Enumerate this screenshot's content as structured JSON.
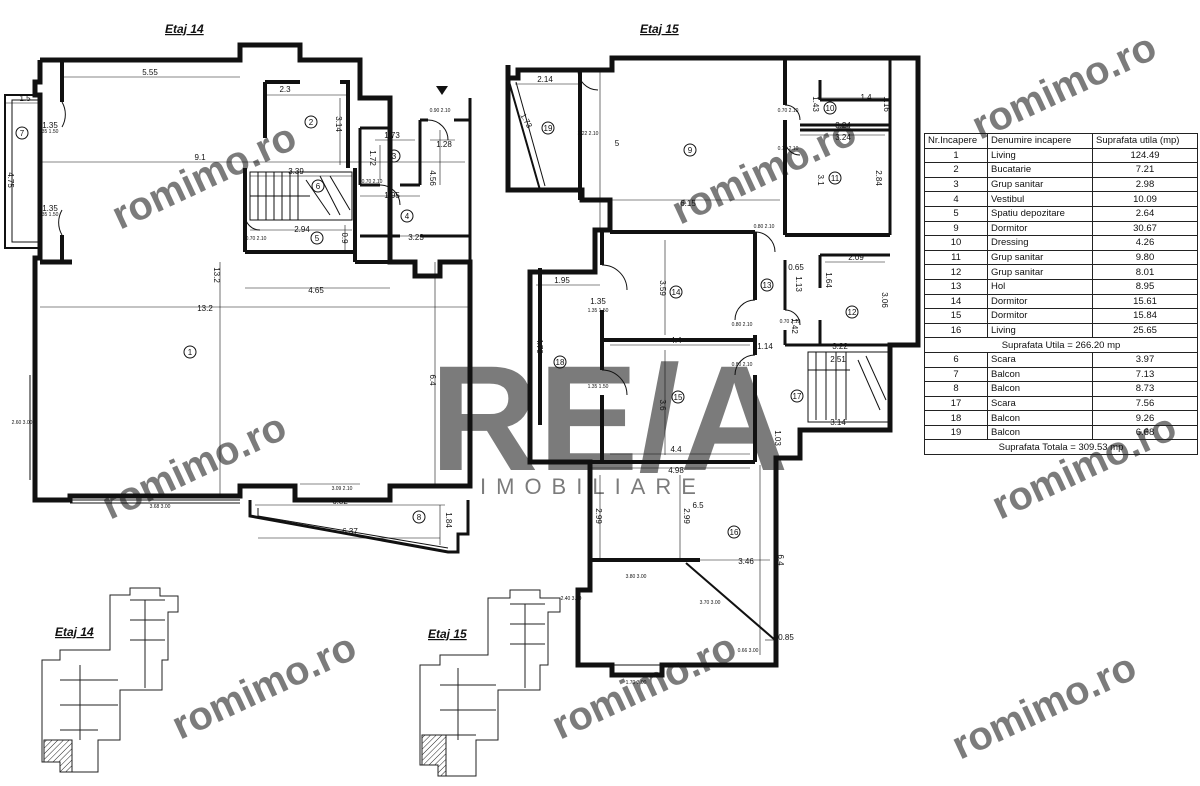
{
  "floors": {
    "etaj14": {
      "title": "Etaj 14"
    },
    "etaj15": {
      "title": "Etaj 15"
    }
  },
  "dimensions14": {
    "d555": "5.55",
    "d23": "2.3",
    "d15": "1.5",
    "d475": "4.75",
    "d135a": "1.35",
    "d135b": "1.35",
    "d91": "9.1",
    "d339": "3.39",
    "d314": "3.14",
    "d173": "1.73",
    "d172": "1.72",
    "d128": "1.28",
    "d195": "1.95",
    "d456": "4.56",
    "d294": "2.94",
    "d09": "0.9",
    "d323": "3.23",
    "d465": "4.65",
    "d132v": "13.2",
    "d132h": "13.2",
    "d64": "6.4",
    "d682": "6.82",
    "d637": "6.37",
    "d184": "1.84"
  },
  "dimensions15": {
    "d214": "2.14",
    "d173": "1.73",
    "d5": "5",
    "d615": "6.15",
    "d14": "1.4",
    "d324a": "3.24",
    "d324b": "3.24",
    "d143": "1.43",
    "d116": "1.16",
    "d31": "3.1",
    "d284": "2.84",
    "d195": "1.95",
    "d359": "3.59",
    "d135": "1.35",
    "d479": "4.79",
    "d44a": "4.4",
    "d114": "1.14",
    "d36": "3.6",
    "d44b": "4.4",
    "d209": "2.09",
    "d164": "1.64",
    "d306": "3.06",
    "d113": "1.13",
    "d065": "0.65",
    "d142": "1.42",
    "d322": "3.22",
    "d251": "2.51",
    "d314": "3.14",
    "d498": "4.98",
    "d103": "1.03",
    "d65": "6.5",
    "d299a": "2.99",
    "d299b": "2.99",
    "d346": "3.46",
    "d64": "6.4",
    "d085": "0.85"
  },
  "doorLabels": {
    "d14a": "0.90 2.10",
    "d14b": "1.35 1.50",
    "d14c": "1.35 1.50",
    "d14d": "0.70 2.10",
    "d14e": "0.70 2.10",
    "d14f": "2.60 3.00",
    "d14g": "3.09 2.10",
    "d14h": "3.68 3.00",
    "d15a": "3.22 2.10",
    "d15b": "0.70 2.10",
    "d15c": "0.70 2.10",
    "d15d": "0.80 2.10",
    "d15e": "1.35 1.50",
    "d15f": "0.80 2.10",
    "d15g": "0.80 2.10",
    "d15h": "0.70 2.10",
    "d15i": "1.35 1.50",
    "d15j": "2.40 3.00",
    "d15k": "3.80 3.00",
    "d15l": "3.70 3.00",
    "d15m": "0.66 3.00",
    "d15n": "1.70 3.00"
  },
  "table": {
    "headers": [
      "Nr.Incapere",
      "Denumire incapere",
      "Suprafata utila (mp)"
    ],
    "rows1": [
      [
        "1",
        "Living",
        "124.49"
      ],
      [
        "2",
        "Bucatarie",
        "7.21"
      ],
      [
        "3",
        "Grup sanitar",
        "2.98"
      ],
      [
        "4",
        "Vestibul",
        "10.09"
      ],
      [
        "5",
        "Spatiu depozitare",
        "2.64"
      ],
      [
        "9",
        "Dormitor",
        "30.67"
      ],
      [
        "10",
        "Dressing",
        "4.26"
      ],
      [
        "11",
        "Grup sanitar",
        "9.80"
      ],
      [
        "12",
        "Grup sanitar",
        "8.01"
      ],
      [
        "13",
        "Hol",
        "8.95"
      ],
      [
        "14",
        "Dormitor",
        "15.61"
      ],
      [
        "15",
        "Dormitor",
        "15.84"
      ],
      [
        "16",
        "Living",
        "25.65"
      ]
    ],
    "summary_util": "Suprafata Utila = 266.20 mp",
    "rows2": [
      [
        "6",
        "Scara",
        "3.97"
      ],
      [
        "7",
        "Balcon",
        "7.13"
      ],
      [
        "8",
        "Balcon",
        "8.73"
      ],
      [
        "17",
        "Scara",
        "7.56"
      ],
      [
        "18",
        "Balcon",
        "9.26"
      ],
      [
        "19",
        "Balcon",
        "6.68"
      ]
    ],
    "summary_total": "Suprafata Totala = 309.53 mp"
  },
  "minimaps": {
    "etaj14": {
      "title": "Etaj 14"
    },
    "etaj15": {
      "title": "Etaj 15"
    }
  },
  "watermarks": {
    "site": "romimo.ro",
    "logo": "RE/A",
    "logoSub": "IMOBILIARE"
  }
}
